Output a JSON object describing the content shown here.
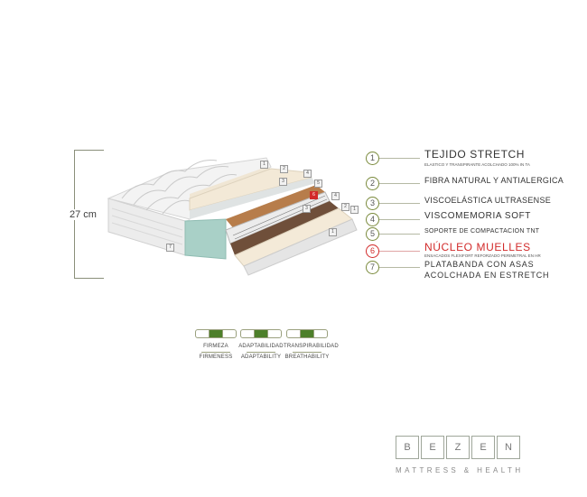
{
  "height_label": "27 cm",
  "colors": {
    "accent": "#4d7f2a",
    "highlight": "#d22a2a",
    "outline": "#7a8a3c"
  },
  "layers": [
    {
      "num": "1",
      "title": "TEJIDO STRETCH",
      "subtitle": "ELASTICO Y TRANSPIRANTE ACOLCHADO 100% IN TA",
      "highlight": false
    },
    {
      "num": "2",
      "title": "FIBRA NATURAL Y ANTIALERGICA",
      "subtitle": "",
      "highlight": false
    },
    {
      "num": "3",
      "title": "VISCOELÁSTICA ULTRASENSE",
      "subtitle": "",
      "highlight": false
    },
    {
      "num": "4",
      "title": "VISCOMEMORIA SOFT",
      "subtitle": "",
      "highlight": false
    },
    {
      "num": "5",
      "title": "SOPORTE DE COMPACTACION TNT",
      "subtitle": "",
      "highlight": false
    },
    {
      "num": "6",
      "title": "NÚCLEO MUELLES",
      "subtitle": "ENSACADOS FLEXIFORT REFORZADO PERIMETRAL EN HR",
      "highlight": true
    },
    {
      "num": "7",
      "title": "PLATABANDA CON ASAS",
      "title2": "ACOLCHADA EN ESTRETCH",
      "subtitle": "",
      "highlight": false
    }
  ],
  "ratings": [
    {
      "es": "FIRMEZA",
      "en": "FIRMENESS",
      "level": 2,
      "max": 3
    },
    {
      "es": "ADAPTABILIDAD",
      "en": "ADAPTABILITY",
      "level": 2,
      "max": 3
    },
    {
      "es": "TRANSPIRABILIDAD",
      "en": "BREATHABILITY",
      "level": 2,
      "max": 3
    }
  ],
  "logo": {
    "letters": [
      "B",
      "E",
      "Z",
      "E",
      "N"
    ],
    "tagline": "MATTRESS & HEALTH"
  },
  "callouts": [
    "1",
    "2",
    "3",
    "4",
    "5",
    "6",
    "4",
    "3",
    "2",
    "1",
    "7"
  ]
}
